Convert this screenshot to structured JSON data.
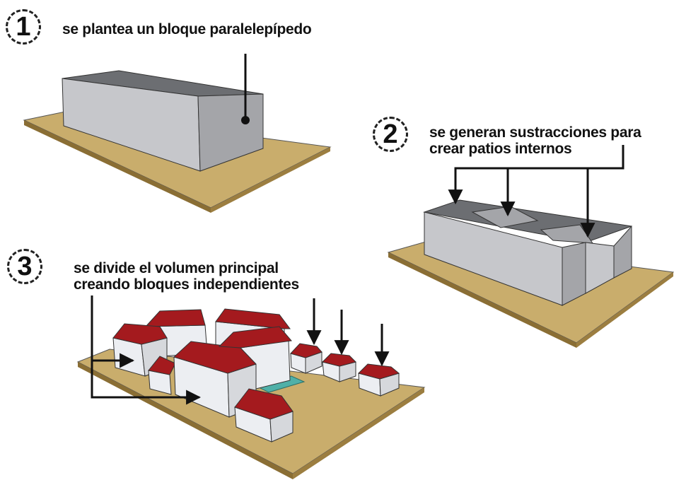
{
  "steps": [
    {
      "number": "1",
      "lines": [
        "se plantea un bloque paralelepípedo"
      ]
    },
    {
      "number": "2",
      "lines": [
        "se generan sustracciones para",
        "crear patios internos"
      ]
    },
    {
      "number": "3",
      "lines": [
        "se divide el volumen principal",
        "creando bloques independientes"
      ]
    }
  ],
  "colors": {
    "ground": "#c9ad6c",
    "ground_edge": "#8a6e34",
    "block_side": "#a4a5a9",
    "block_front": "#c6c7cb",
    "block_top": "#6c6e72",
    "wall_white": "#eceef2",
    "roof_red": "#a41a1e",
    "roof_dark": "#6e0c10",
    "courtyard_water": "#4fb0a8",
    "arrow": "#111111"
  }
}
